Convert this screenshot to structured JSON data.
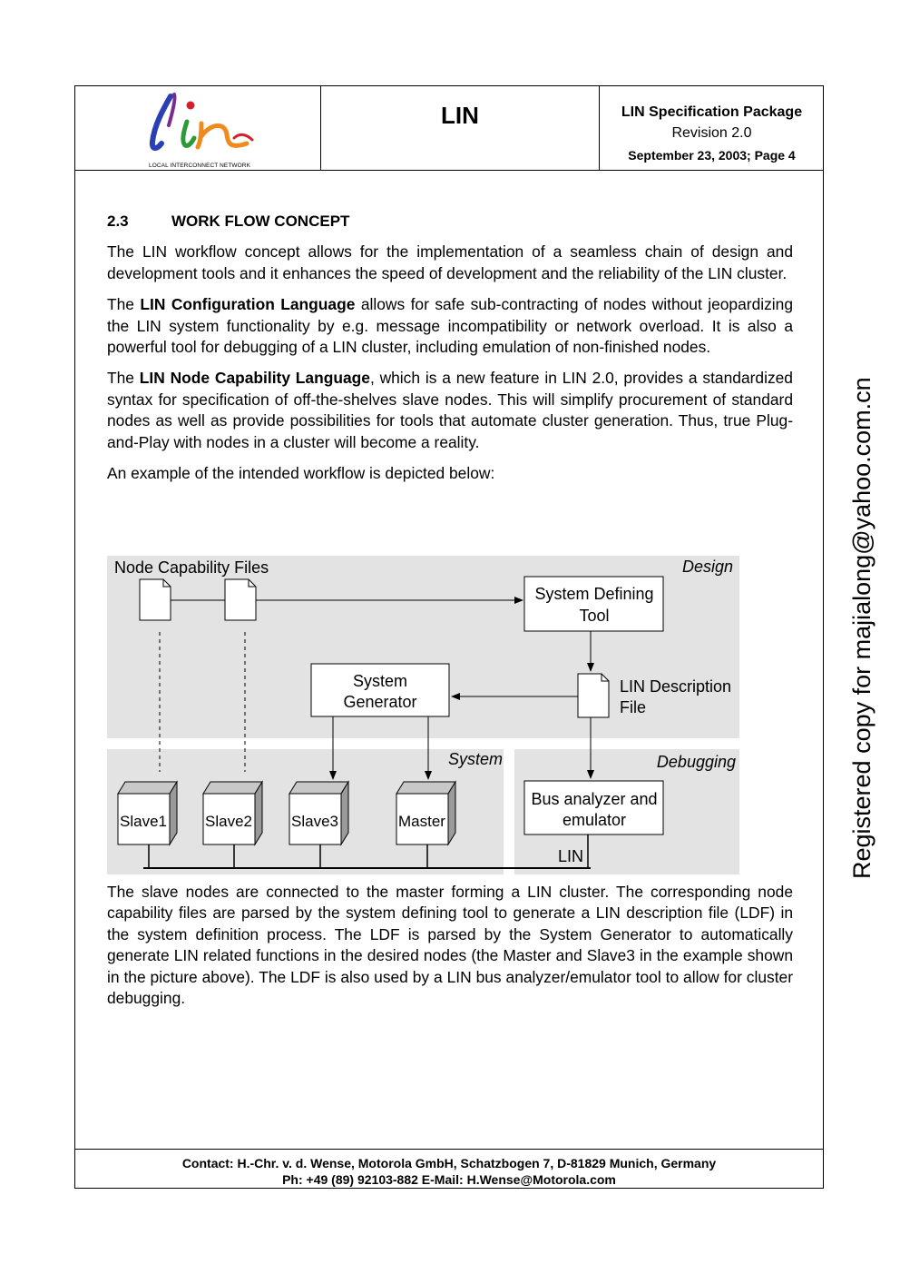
{
  "header": {
    "logo_caption": "LOCAL INTERCONNECT NETWORK",
    "title": "LIN",
    "package": "LIN Specification Package",
    "revision": "Revision 2.0",
    "date_page": "September 23, 2003; Page 4"
  },
  "section": {
    "number": "2.3",
    "title": "WORK FLOW CONCEPT"
  },
  "paragraphs": {
    "p1": "The LIN workflow concept allows for the implementation of a seamless chain of design and development tools and it enhances the speed of development and the reliability of the LIN cluster.",
    "p2_pre": "The ",
    "p2_bold": "LIN Configuration Language",
    "p2_post": " allows for safe sub-contracting of nodes without jeopardizing the LIN system functionality by e.g. message incompatibility or network overload. It is also a powerful tool for debugging of a LIN cluster, including emulation of non-finished nodes.",
    "p3_pre": "The ",
    "p3_bold": "LIN Node Capability Language",
    "p3_post": ", which is a new feature in LIN 2.0, provides a standardized syntax for specification of off-the-shelves slave nodes. This will simplify procurement of standard nodes as well as provide possibilities for tools that automate cluster generation. Thus, true Plug-and-Play with nodes in a cluster will become a reality.",
    "p4": "An example of the intended workflow is depicted below:",
    "p5": "The slave nodes are connected to the master forming a LIN cluster. The corresponding node capability files are parsed by the system defining tool to generate a LIN description file (LDF) in the system definition process. The LDF is parsed by the System Generator to automatically generate LIN related functions in the desired nodes (the Master and Slave3 in the example shown in the picture above). The LDF is also used by a LIN bus analyzer/emulator tool to allow for cluster debugging."
  },
  "diagram": {
    "node_capability_files": "Node Capability Files",
    "design": "Design",
    "system": "System",
    "debugging": "Debugging",
    "sys_def_line1": "System Defining",
    "sys_def_line2": "Tool",
    "ldf_line1": "LIN Description",
    "ldf_line2": "File",
    "gen_line1": "System",
    "gen_line2": "Generator",
    "slave1": "Slave1",
    "slave2": "Slave2",
    "slave3": "Slave3",
    "master": "Master",
    "bus_line1": "Bus analyzer and",
    "bus_line2": "emulator",
    "lin": "LIN"
  },
  "footer": {
    "line1": "Contact: H.-Chr. v. d. Wense, Motorola GmbH, Schatzbogen 7, D-81829 Munich, Germany",
    "line2": "Ph: +49 (89) 92103-882 E-Mail: H.Wense@Motorola.com"
  },
  "side_note": "Registered copy for majialong@yahoo.com.cn",
  "colors": {
    "panel_gray": "#e3e3e3",
    "logo_blue": "#2a3fb3",
    "logo_red": "#d4202a",
    "logo_green": "#2b9a3a",
    "logo_orange": "#f08a1c",
    "logo_purple": "#7a2b8f"
  }
}
